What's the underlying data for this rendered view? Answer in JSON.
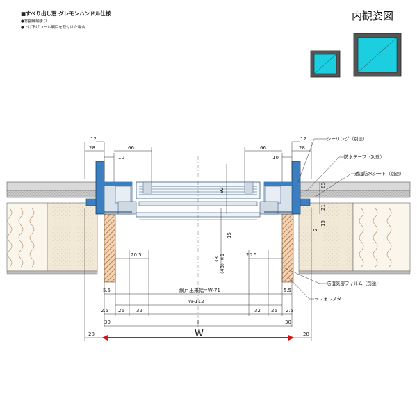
{
  "header": {
    "title": "■すべり出し窓 グレモンハンドル仕様",
    "notes": [
      "●窓額縁納まり",
      "●上げ下げロール網戸を取付けた場合"
    ]
  },
  "view_title": "内観姿図",
  "callouts": {
    "sealing": "シーリング（別途）",
    "waterproof_tape": "防水テープ（別途）",
    "permeable_sheet": "透湿防水シート（別途）",
    "vapor_film": "防湿気密フィルム（別途）",
    "lath": "ラフォレスタ"
  },
  "dims": {
    "d12": "12",
    "d28": "28",
    "d10": "10",
    "d66": "66",
    "d92": "92",
    "d65": "65",
    "d15": "15",
    "d21": "21",
    "d2": "2",
    "d20_5": "20.5",
    "d38": "38",
    "d48": "〈48〉※1",
    "d5_5": "5.5",
    "d2_5": "2.5",
    "d26": "26",
    "d32": "32",
    "d30": "30",
    "screen_width": "網戸出来幅=W-71",
    "w112": "W-112",
    "w": "W",
    "star": "※"
  },
  "colors": {
    "frame": "#3a7fc1",
    "glass": "#1ccfe0",
    "wood": "#f0cfae",
    "hatch": "#a86a3c",
    "arrow": "#d41414"
  }
}
